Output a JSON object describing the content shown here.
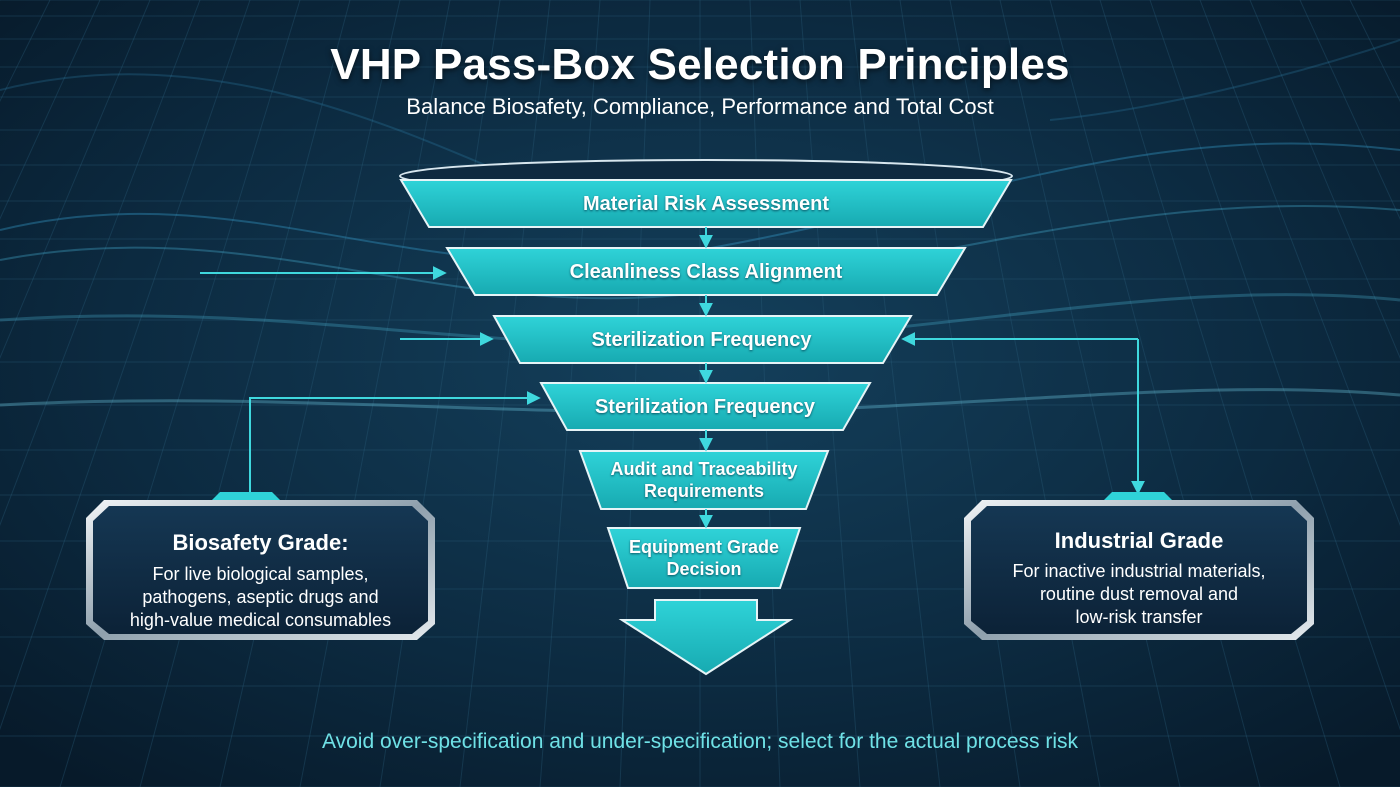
{
  "title": "VHP Pass-Box Selection Principles",
  "subtitle": "Balance Biosafety, Compliance, Performance and Total Cost",
  "funnel": {
    "stages": [
      {
        "line1": "Material Risk Assessment",
        "line2": ""
      },
      {
        "line1": "Cleanliness Class Alignment",
        "line2": ""
      },
      {
        "line1": "Sterilization Frequency",
        "line2": ""
      },
      {
        "line1": "Sterilization Frequency",
        "line2": ""
      },
      {
        "line1": "Audit and Traceability",
        "line2": "Requirements"
      },
      {
        "line1": "Equipment Grade",
        "line2": "Decision"
      }
    ]
  },
  "left_card": {
    "title": "Biosafety Grade:",
    "lines": [
      "For live biological samples,",
      "pathogens, aseptic drugs and",
      "high-value medical consumables"
    ]
  },
  "right_card": {
    "title": "Industrial Grade",
    "lines": [
      "For inactive industrial materials,",
      "routine dust removal and",
      "low-risk transfer"
    ]
  },
  "footer": "Avoid over-specification and under-specification; select for the actual process risk",
  "colors": {
    "background": "#0b2438",
    "teal": "#22c3c9",
    "teal_light": "#4fe0e4",
    "footer_text": "#6fe1e6",
    "card_fill": "#102c44",
    "card_border": "#c8d2da"
  }
}
